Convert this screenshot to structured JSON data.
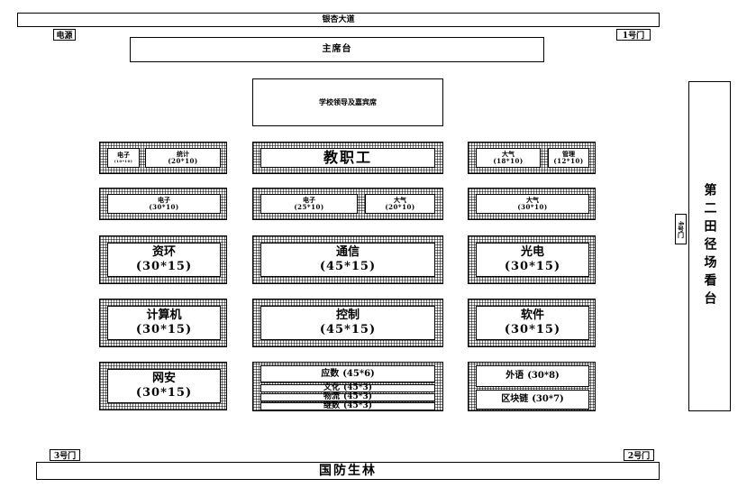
{
  "roads": {
    "top": "银杏大道",
    "bottom": "国防生林"
  },
  "labels": {
    "power": "电源",
    "gate1": "1号门",
    "gate2": "2号门",
    "gate3": "3号门",
    "gate4": "4号门"
  },
  "podium": "主席台",
  "vip": "学校领导及嘉宾席",
  "stand": "第二田径场看台",
  "groups": [
    {
      "id": "g1",
      "blocks": [
        {
          "name": "电子",
          "dim": "(10*10)"
        },
        {
          "name": "统计",
          "dim": "(20*10)"
        }
      ]
    },
    {
      "id": "g2",
      "blocks": [
        {
          "name": "教职工",
          "dim": ""
        }
      ]
    },
    {
      "id": "g3",
      "blocks": [
        {
          "name": "大气",
          "dim": "(18*10)"
        },
        {
          "name": "管理",
          "dim": "(12*10)"
        }
      ]
    },
    {
      "id": "g4",
      "blocks": [
        {
          "name": "电子",
          "dim": "(30*10)"
        }
      ]
    },
    {
      "id": "g5",
      "blocks": [
        {
          "name": "电子",
          "dim": "(25*10)"
        },
        {
          "name": "大气",
          "dim": "(20*10)"
        }
      ]
    },
    {
      "id": "g6",
      "blocks": [
        {
          "name": "大气",
          "dim": "(30*10)"
        }
      ]
    },
    {
      "id": "g7",
      "blocks": [
        {
          "name": "资环",
          "dim": "(30*15)"
        }
      ]
    },
    {
      "id": "g8",
      "blocks": [
        {
          "name": "通信",
          "dim": "(45*15)"
        }
      ]
    },
    {
      "id": "g9",
      "blocks": [
        {
          "name": "光电",
          "dim": "(30*15)"
        }
      ]
    },
    {
      "id": "g10",
      "blocks": [
        {
          "name": "计算机",
          "dim": "(30*15)"
        }
      ]
    },
    {
      "id": "g11",
      "blocks": [
        {
          "name": "控制",
          "dim": "(45*15)"
        }
      ]
    },
    {
      "id": "g12",
      "blocks": [
        {
          "name": "软件",
          "dim": "(30*15)"
        }
      ]
    },
    {
      "id": "g13",
      "blocks": [
        {
          "name": "网安",
          "dim": "(30*15)"
        }
      ]
    },
    {
      "id": "g14",
      "blocks": [
        {
          "name": "应数",
          "dim": "(45*6)"
        },
        {
          "name": "文化",
          "dim": "(45*3)"
        },
        {
          "name": "物流",
          "dim": "(45*3)"
        },
        {
          "name": "继数",
          "dim": "(45*3)"
        }
      ]
    },
    {
      "id": "g15",
      "blocks": [
        {
          "name": "外语",
          "dim": "(30*8)"
        },
        {
          "name": "区块链",
          "dim": "(30*7)"
        }
      ]
    }
  ]
}
